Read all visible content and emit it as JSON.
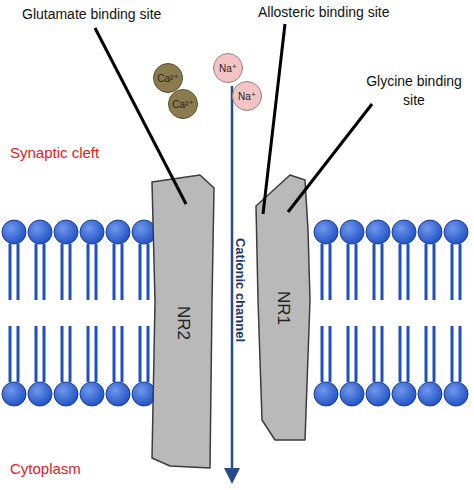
{
  "diagram": {
    "nodes": [
      {
        "text": [
          "Ca²⁺"
        ]
      },
      {
        "text": [
          "Na⁺"
        ]
      },
      {
        "text": [
          "Na⁺"
        ]
      },
      {
        "text": [
          "Ca²⁺"
        ]
      },
      {
        "text": [
          "NR2"
        ]
      },
      {
        "text": [
          "NR1"
        ]
      }
    ],
    "labels": [
      "Glutamate binding site",
      "Allosteric binding site",
      "Glycine binding site",
      "Synaptic cleft",
      "Cytoplasm",
      "Cationic channel"
    ]
  }
}
